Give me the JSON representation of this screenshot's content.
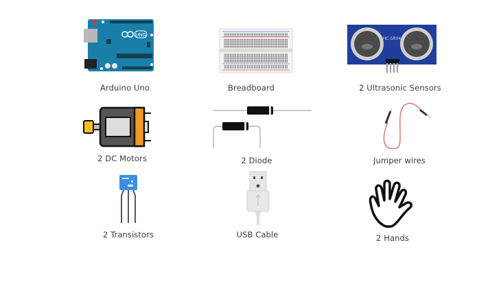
{
  "title": "Components list",
  "components": [
    {
      "id": "arduino",
      "label": "Arduino Uno",
      "icon": "arduino-board-icon",
      "board_text": "UNO"
    },
    {
      "id": "breadboard",
      "label": "Breadboard",
      "icon": "breadboard-icon"
    },
    {
      "id": "ultrasonic",
      "label": "2 Ultrasonic Sensors",
      "icon": "ultrasonic-sensor-icon",
      "board_text": "HC-SR04"
    },
    {
      "id": "dcmotor",
      "label": "2 DC Motors",
      "icon": "dc-motor-icon"
    },
    {
      "id": "diode",
      "label": "2 Diode",
      "icon": "diode-icon"
    },
    {
      "id": "jumper",
      "label": "Jumper wires",
      "icon": "jumper-wire-icon"
    },
    {
      "id": "transistor",
      "label": "2 Transistors",
      "icon": "transistor-icon"
    },
    {
      "id": "usb",
      "label": "USB Cable",
      "icon": "usb-cable-icon"
    },
    {
      "id": "hand",
      "label": "2 Hands",
      "icon": "hand-icon"
    }
  ],
  "colors": {
    "arduino_blue": "#1a7fa8",
    "sensor_blue": "#1f3f9a",
    "motor_orange": "#f39a1e",
    "wire_red": "#e06b6b",
    "transistor_blue": "#3b8fe0"
  }
}
